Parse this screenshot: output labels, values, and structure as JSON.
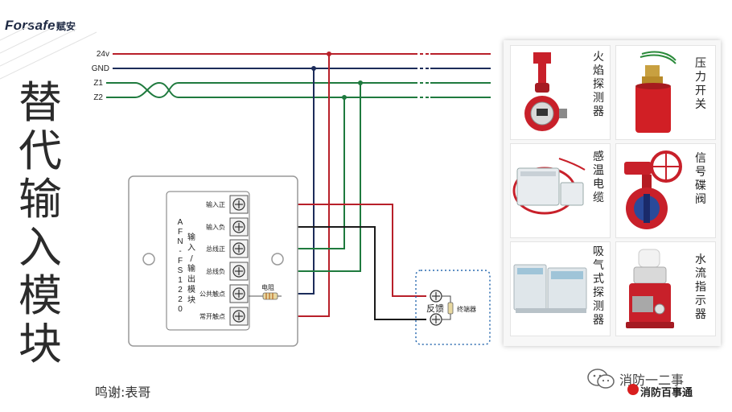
{
  "logo": {
    "text": "Forsafe",
    "cn": "赋安"
  },
  "title": [
    "替",
    "代",
    "输",
    "入",
    "模",
    "块"
  ],
  "bus_labels": {
    "v24": "24v",
    "gnd": "GND",
    "z1": "Z1",
    "z2": "Z2"
  },
  "module": {
    "code": [
      "A",
      "F",
      "N",
      "-",
      "F",
      "S",
      "1",
      "2",
      "2",
      "0"
    ],
    "name": [
      "输",
      "入",
      "/",
      "输",
      "出",
      "模",
      "块"
    ],
    "terminals": [
      "输入正",
      "输入负",
      "总线正",
      "总线负",
      "公共触点",
      "常开触点"
    ]
  },
  "resistor_label": "电阻",
  "device_box": {
    "feedback": "反馈",
    "end": "终端器"
  },
  "credit": "鸣谢:表哥",
  "wechat": {
    "name": "消防一二事",
    "brand": "消防百事通"
  },
  "products": [
    {
      "label": [
        "火",
        "焰",
        "探",
        "测",
        "器"
      ],
      "icon": "flame-detector-icon"
    },
    {
      "label": [
        "压",
        "力",
        "开",
        "关"
      ],
      "icon": "pressure-switch-icon"
    },
    {
      "label": [
        "感",
        "温",
        "电",
        "缆"
      ],
      "icon": "heat-cable-icon"
    },
    {
      "label": [
        "信",
        "号",
        "碟",
        "阀"
      ],
      "icon": "butterfly-valve-icon"
    },
    {
      "label": [
        "吸",
        "气",
        "式",
        "探",
        "测",
        "器"
      ],
      "icon": "aspirating-detector-icon"
    },
    {
      "label": [
        "水",
        "流",
        "指",
        "示",
        "器"
      ],
      "icon": "water-flow-indicator-icon"
    }
  ],
  "colors": {
    "red": "#b8202a",
    "navy": "#1c2c5a",
    "green": "#1f7a3e",
    "black": "#1a1a1a",
    "device_box": "#2b6cb0"
  }
}
